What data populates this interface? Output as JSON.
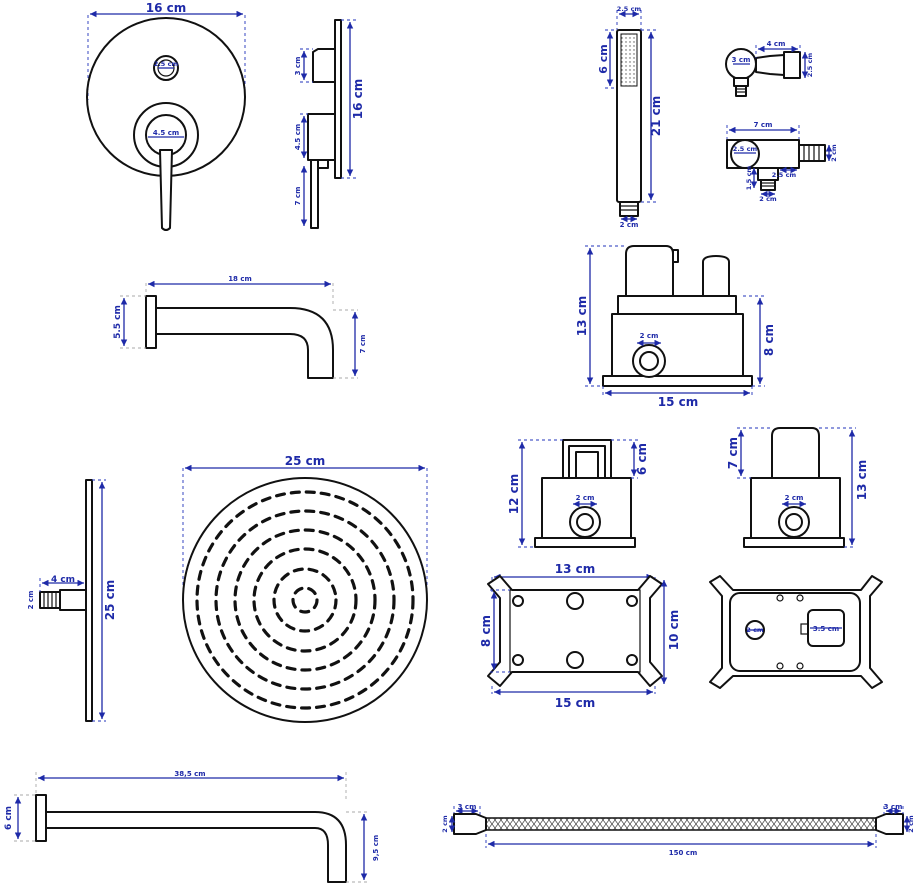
{
  "labels": {
    "mixer_plate_width": "16 cm",
    "mixer_small_knob": "2.5 cm",
    "mixer_lever_base": "4.5 cm",
    "mixer_side_height": "16 cm",
    "mixer_side_top": "3 cm",
    "mixer_side_mid": "4.5 cm",
    "mixer_side_lever": "7 cm",
    "handshower_width": "2.5 cm",
    "handshower_head": "6 cm",
    "handshower_length": "21 cm",
    "handshower_bottom": "2 cm",
    "holder_width": "4 cm",
    "holder_ring": "3 cm",
    "holder_height": "2.5 cm",
    "elbow_width": "7 cm",
    "elbow_ring": "2.5 cm",
    "elbow_thread_right": "2 cm",
    "elbow_bottom_right": "2.5 cm",
    "elbow_side_small": "1.5 cm",
    "elbow_bottom": "2 cm",
    "spout_length": "18 cm",
    "spout_plate": "5.5 cm",
    "spout_drop": "7 cm",
    "body_height": "13 cm",
    "body_port": "2 cm",
    "body_base_height": "8 cm",
    "body_width": "15 cm",
    "shower_side_arm": "4 cm",
    "shower_side_port": "2 cm",
    "shower_side_height": "25 cm",
    "shower_diameter": "25 cm",
    "bodyA_height": "12 cm",
    "bodyA_top": "6 cm",
    "bodyA_port": "2 cm",
    "bodyB_top": "7 cm",
    "bodyB_height": "13 cm",
    "bodyB_port": "2 cm",
    "plate_top": "13 cm",
    "plate_left": "8 cm",
    "plate_right": "10 cm",
    "plate_bottom": "15 cm",
    "tv_small": "2 cm",
    "tv_window": "3.5 cm",
    "arm_length": "38,5 cm",
    "arm_plate": "6 cm",
    "arm_drop": "9,5 cm",
    "hose_left_cap": "3 cm",
    "hose_left_height": "2 cm",
    "hose_length": "150 cm",
    "hose_right_cap": "3 cm",
    "hose_right_height": "2 cm"
  }
}
